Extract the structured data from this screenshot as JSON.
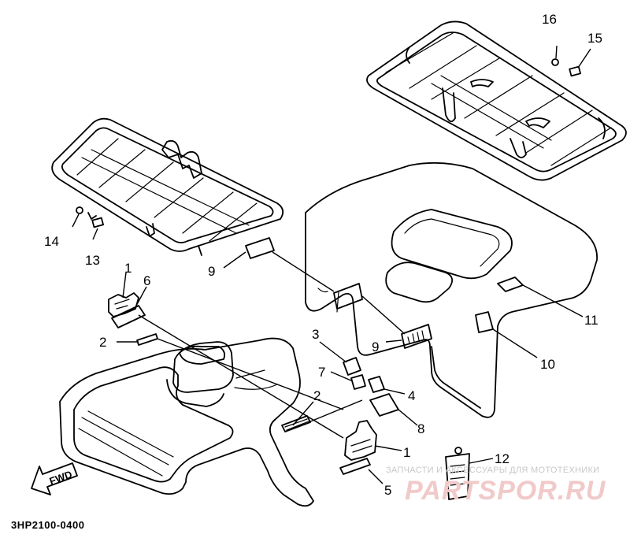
{
  "document_code": "3HP2100-0400",
  "direction_label": "FWD",
  "callouts": [
    {
      "id": "c1a",
      "label": "1"
    },
    {
      "id": "c1b",
      "label": "1"
    },
    {
      "id": "c2a",
      "label": "2"
    },
    {
      "id": "c2b",
      "label": "2"
    },
    {
      "id": "c3",
      "label": "3"
    },
    {
      "id": "c4",
      "label": "4"
    },
    {
      "id": "c5",
      "label": "5"
    },
    {
      "id": "c6",
      "label": "6"
    },
    {
      "id": "c7",
      "label": "7"
    },
    {
      "id": "c8",
      "label": "8"
    },
    {
      "id": "c9a",
      "label": "9"
    },
    {
      "id": "c9b",
      "label": "9"
    },
    {
      "id": "c10",
      "label": "10"
    },
    {
      "id": "c11",
      "label": "11"
    },
    {
      "id": "c12",
      "label": "12"
    },
    {
      "id": "c13",
      "label": "13"
    },
    {
      "id": "c14",
      "label": "14"
    },
    {
      "id": "c15",
      "label": "15"
    },
    {
      "id": "c16",
      "label": "16"
    }
  ],
  "watermark": {
    "tagline": "ЗАПЧАСТИ И АКСЕССУАРЫ ДЛЯ МОТОТЕХНИКИ",
    "brand": "PARTSPOR.RU"
  },
  "colors": {
    "line": "#000000",
    "background": "#ffffff",
    "watermark_brand": "#f1c9c9",
    "watermark_tagline": "#c8c8c8"
  }
}
